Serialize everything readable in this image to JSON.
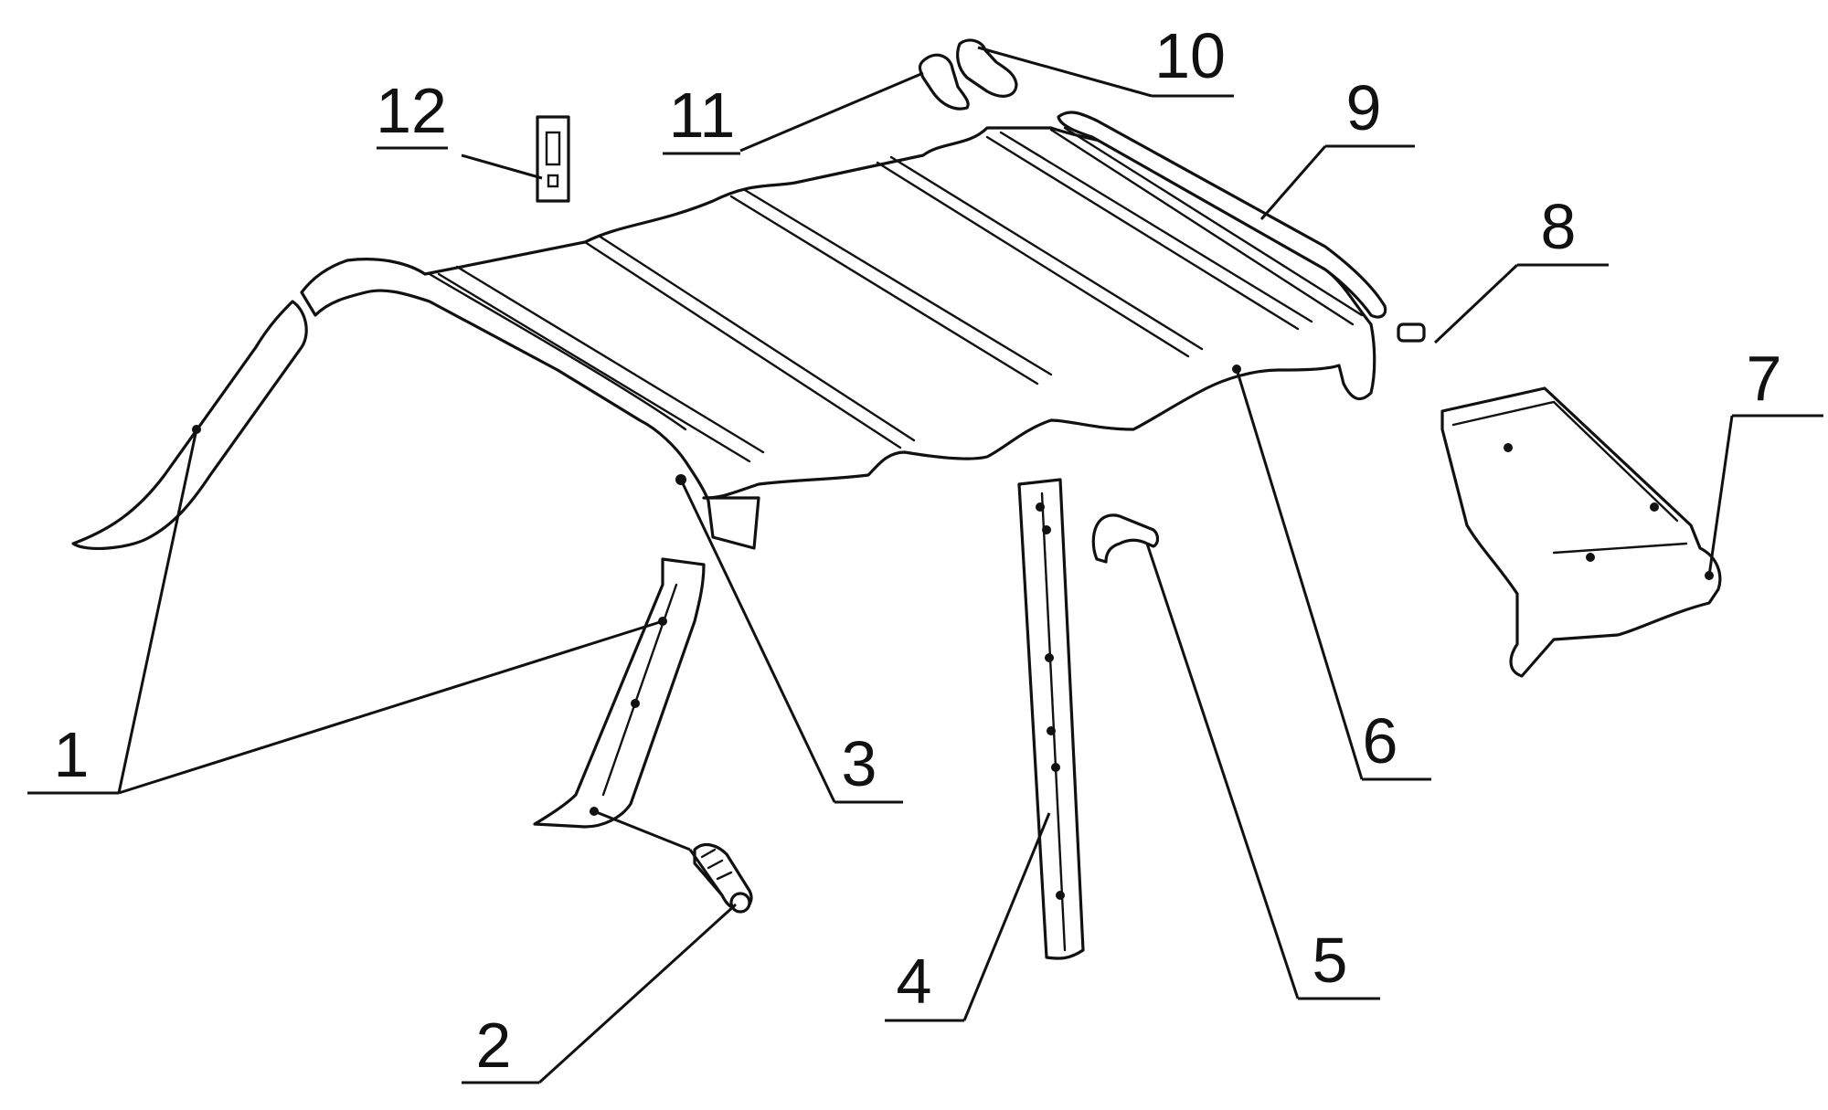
{
  "callouts": {
    "c1": "1",
    "c2": "2",
    "c3": "3",
    "c4": "4",
    "c5": "5",
    "c6": "6",
    "c7": "7",
    "c8": "8",
    "c9": "9",
    "c10": "10",
    "c11": "11",
    "c12": "12"
  },
  "colors": {
    "ink": "#111111",
    "background": "#ffffff"
  }
}
